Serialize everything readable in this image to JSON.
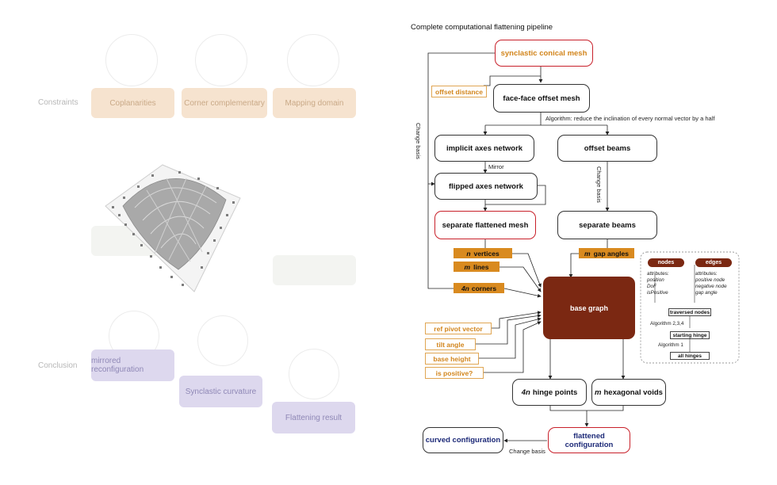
{
  "title": "Complete computational flattening pipeline",
  "background_panel": {
    "row_labels": [
      "Constraints",
      "Conclusion"
    ],
    "boxes": [
      "Coplanarities",
      "Corner complementary",
      "Mapping domain",
      "mirrored reconfiguration",
      "Synclastic curvature",
      "Flattening result"
    ]
  },
  "nodes": {
    "synclastic": "synclastic conical mesh",
    "offset_mesh": "face-face offset mesh",
    "implicit": "implicit axes network",
    "offset_beams": "offset beams",
    "flipped": "flipped axes network",
    "sep_mesh": "separate flattened mesh",
    "sep_beams": "separate beams",
    "base_graph": "base graph",
    "hinge_points": "hinge points",
    "hexagonal": "hexagonal voids",
    "flattened": "flattened configuration",
    "curved": "curved configuration"
  },
  "node_prefix": {
    "hinge_points": "4n",
    "hexagonal": "m"
  },
  "tags": {
    "offset_distance": "offset distance",
    "n_vertices_prefix": "n",
    "n_vertices": "vertices",
    "m_lines_prefix": "m",
    "m_lines": "lines",
    "corners_prefix": "4n",
    "corners": "corners",
    "gap_prefix": "m",
    "gap_angles": "gap angles",
    "ref_pivot": "ref pivot vector",
    "tilt": "tilt angle",
    "base_height": "base height",
    "is_positive": "is positive?"
  },
  "edge_labels": {
    "algorithm": "Algorithm: reduce the inclination of every normal vector by a half",
    "mirror": "Mirror",
    "change_basis_left": "Change basis",
    "change_basis_mid": "Change basis",
    "change_basis_bottom": "Change basis"
  },
  "legend": {
    "nodes_title": "nodes",
    "edges_title": "edges",
    "nodes_attr_head": "attributes:",
    "nodes_attrs": [
      "position",
      "DoF",
      "isPositive"
    ],
    "edges_attr_head": "attributes:",
    "edges_attrs": [
      "positive node",
      "negative node",
      "gap angle"
    ],
    "traversed": "traversed nodes",
    "algo_234": "Algorithm 2,3,4",
    "starting": "starting hinge",
    "algo_1": "Algorithm 1",
    "all_hinges": "all hinges"
  },
  "colors": {
    "red_border": "#c8202a",
    "orange": "#d98a1f",
    "dark_brown": "#7b2812",
    "navy": "#1d2a78"
  }
}
